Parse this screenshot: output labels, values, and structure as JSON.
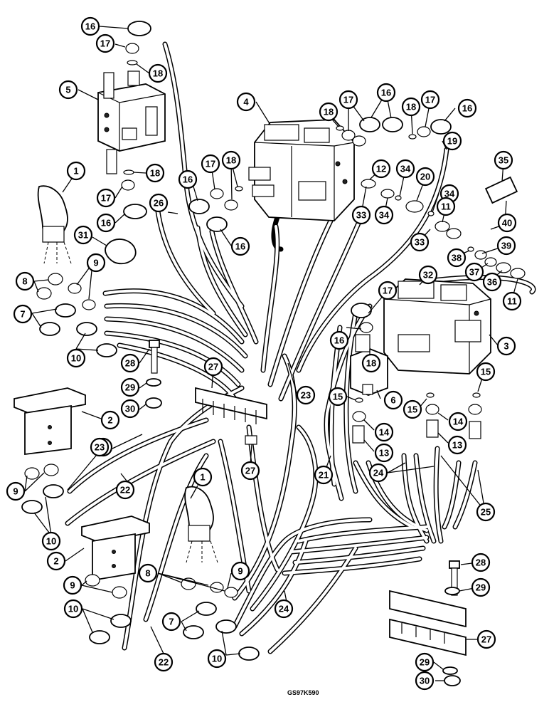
{
  "diagram": {
    "code": "GS97K590",
    "callouts": [
      {
        "id": "c1",
        "label": "16"
      },
      {
        "id": "c2",
        "label": "17"
      },
      {
        "id": "c3",
        "label": "18"
      },
      {
        "id": "c4",
        "label": "5"
      },
      {
        "id": "c5",
        "label": "18"
      },
      {
        "id": "c6",
        "label": "17"
      },
      {
        "id": "c7",
        "label": "16"
      },
      {
        "id": "c8",
        "label": "1"
      },
      {
        "id": "c9",
        "label": "31"
      },
      {
        "id": "c10",
        "label": "8"
      },
      {
        "id": "c11",
        "label": "9"
      },
      {
        "id": "c12",
        "label": "7"
      },
      {
        "id": "c13",
        "label": "10"
      },
      {
        "id": "c14",
        "label": "28"
      },
      {
        "id": "c15",
        "label": "29"
      },
      {
        "id": "c16",
        "label": "30"
      },
      {
        "id": "c17",
        "label": "2"
      },
      {
        "id": "c18",
        "label": "23"
      },
      {
        "id": "c19",
        "label": "22"
      },
      {
        "id": "c20",
        "label": "9"
      },
      {
        "id": "c21",
        "label": "10"
      },
      {
        "id": "c22",
        "label": "2"
      },
      {
        "id": "c23",
        "label": "9"
      },
      {
        "id": "c24",
        "label": "10"
      },
      {
        "id": "c25",
        "label": "22"
      },
      {
        "id": "c26",
        "label": "1"
      },
      {
        "id": "c27",
        "label": "8"
      },
      {
        "id": "c28",
        "label": "9"
      },
      {
        "id": "c29",
        "label": "7"
      },
      {
        "id": "c30",
        "label": "10"
      },
      {
        "id": "c31",
        "label": "4"
      },
      {
        "id": "c32",
        "label": "26"
      },
      {
        "id": "c33",
        "label": "16"
      },
      {
        "id": "c34",
        "label": "17"
      },
      {
        "id": "c35",
        "label": "18"
      },
      {
        "id": "c36",
        "label": "16"
      },
      {
        "id": "c37",
        "label": "27"
      },
      {
        "id": "c38",
        "label": "23"
      },
      {
        "id": "c39",
        "label": "27"
      },
      {
        "id": "c40",
        "label": "23"
      },
      {
        "id": "c41",
        "label": "24"
      },
      {
        "id": "c42",
        "label": "21"
      },
      {
        "id": "c43",
        "label": "18"
      },
      {
        "id": "c44",
        "label": "17"
      },
      {
        "id": "c45",
        "label": "16"
      },
      {
        "id": "c46",
        "label": "18"
      },
      {
        "id": "c47",
        "label": "17"
      },
      {
        "id": "c48",
        "label": "16"
      },
      {
        "id": "c49",
        "label": "19"
      },
      {
        "id": "c50",
        "label": "35"
      },
      {
        "id": "c51",
        "label": "12"
      },
      {
        "id": "c52",
        "label": "34"
      },
      {
        "id": "c53",
        "label": "20"
      },
      {
        "id": "c54",
        "label": "34"
      },
      {
        "id": "c55",
        "label": "33"
      },
      {
        "id": "c56",
        "label": "34"
      },
      {
        "id": "c57",
        "label": "11"
      },
      {
        "id": "c58",
        "label": "33"
      },
      {
        "id": "c59",
        "label": "40"
      },
      {
        "id": "c60",
        "label": "39"
      },
      {
        "id": "c61",
        "label": "38"
      },
      {
        "id": "c62",
        "label": "37"
      },
      {
        "id": "c63",
        "label": "36"
      },
      {
        "id": "c64",
        "label": "11"
      },
      {
        "id": "c65",
        "label": "32"
      },
      {
        "id": "c66",
        "label": "17"
      },
      {
        "id": "c67",
        "label": "16"
      },
      {
        "id": "c68",
        "label": "3"
      },
      {
        "id": "c69",
        "label": "18"
      },
      {
        "id": "c70",
        "label": "6"
      },
      {
        "id": "c71",
        "label": "15"
      },
      {
        "id": "c72",
        "label": "15"
      },
      {
        "id": "c73",
        "label": "15"
      },
      {
        "id": "c74",
        "label": "14"
      },
      {
        "id": "c75",
        "label": "14"
      },
      {
        "id": "c76",
        "label": "13"
      },
      {
        "id": "c77",
        "label": "13"
      },
      {
        "id": "c78",
        "label": "24"
      },
      {
        "id": "c79",
        "label": "25"
      },
      {
        "id": "c80",
        "label": "28"
      },
      {
        "id": "c81",
        "label": "29"
      },
      {
        "id": "c82",
        "label": "27"
      },
      {
        "id": "c83",
        "label": "29"
      },
      {
        "id": "c84",
        "label": "30"
      }
    ]
  }
}
